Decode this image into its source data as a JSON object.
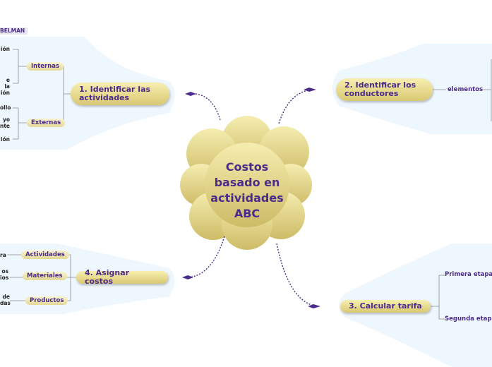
{
  "center": {
    "title": "Costos basado en actividades ABC"
  },
  "author": "BELMAN",
  "branches": {
    "identificar_actividades": {
      "label": "1. Identificar las actividades",
      "sub": [
        {
          "label": "Internas",
          "leaves": [
            "ión",
            "e la ión"
          ]
        },
        {
          "label": "Externas",
          "leaves": [
            "ollo",
            "yo nte",
            "ión"
          ]
        }
      ]
    },
    "identificar_conductores": {
      "label": "2. Identificar los conductores",
      "sub": [
        {
          "label": "elementos"
        }
      ]
    },
    "calcular_tarifa": {
      "label": "3. Calcular tarifa",
      "sub": [
        {
          "label": "Primera etapa"
        },
        {
          "label": "Segunda etapa"
        }
      ]
    },
    "asignar_costos": {
      "label": "4. Asignar costos",
      "sub": [
        {
          "label": "Actividades",
          "leaf": "ra"
        },
        {
          "label": "Materiales",
          "leaf": "os ios"
        },
        {
          "label": "Productos",
          "leaf": "de das"
        }
      ]
    }
  },
  "colors": {
    "cloud": "#e6d98a",
    "pill": "#e8dc8c",
    "text": "#4b2b8c",
    "panel": "#eef7fd",
    "connector": "#4b2b8c"
  }
}
